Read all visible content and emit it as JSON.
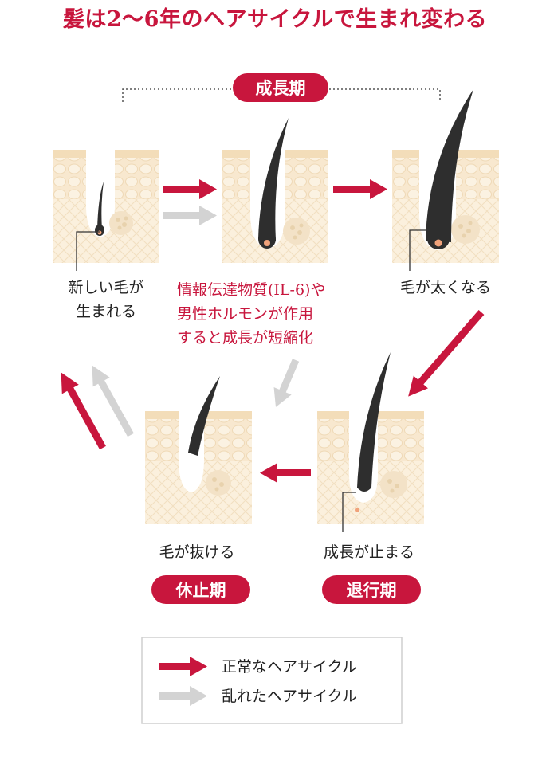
{
  "title": "髪は2〜6年のヘアサイクルで生まれ変わる",
  "phases": {
    "growth": "成長期",
    "regression": "退行期",
    "rest": "休止期"
  },
  "stages": {
    "new_hair": [
      "新しい毛が",
      "生まれる"
    ],
    "thickens": "毛が太くなる",
    "stops": "成長が止まる",
    "falls_out": "毛が抜ける"
  },
  "note": [
    "情報伝達物質(IL-6)や",
    "男性ホルモンが作用",
    "すると成長が短縮化"
  ],
  "legend": {
    "normal": "正常なヘアサイクル",
    "disrupted": "乱れたヘアサイクル"
  },
  "colors": {
    "accent": "#c8163d",
    "disrupted_arrow": "#d3d3d3",
    "skin": "#f6e6cc",
    "hair": "#2e2e2e"
  }
}
